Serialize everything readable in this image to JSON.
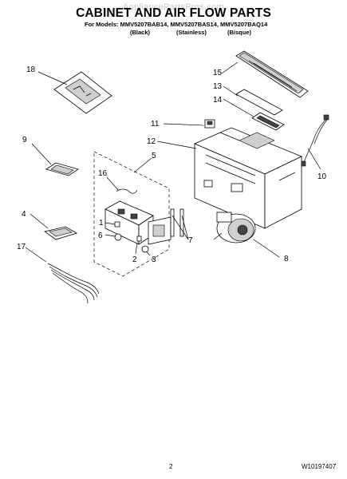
{
  "watermark": "AppliancePartsPros.com",
  "title": "CABINET AND AIR FLOW PARTS",
  "models_line": "For Models: MMV5207BAB14, MMV5207BAS14, MMV5207BAQ14",
  "finishes": [
    "(Black)",
    "(Stainless)",
    "(Bisque)"
  ],
  "callouts": [
    "18",
    "15",
    "13",
    "14",
    "11",
    "12",
    "9",
    "5",
    "16",
    "10",
    "1",
    "4",
    "6",
    "2",
    "3",
    "7",
    "17",
    "8"
  ],
  "page_number": "2",
  "doc_number": "W10197407"
}
